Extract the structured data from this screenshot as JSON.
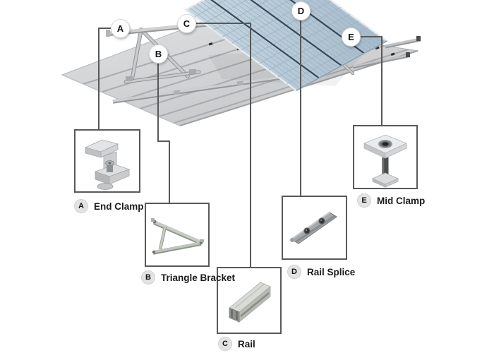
{
  "diagram": {
    "markers": [
      {
        "letter": "A"
      },
      {
        "letter": "B"
      },
      {
        "letter": "C"
      },
      {
        "letter": "D"
      },
      {
        "letter": "E"
      }
    ]
  },
  "legend": {
    "items": [
      {
        "letter": "A",
        "name": "End Clamp",
        "icon": "end-clamp-icon"
      },
      {
        "letter": "B",
        "name": "Triangle Bracket",
        "icon": "triangle-bracket-icon"
      },
      {
        "letter": "C",
        "name": "Rail",
        "icon": "rail-icon"
      },
      {
        "letter": "D",
        "name": "Rail Splice",
        "icon": "rail-splice-icon"
      },
      {
        "letter": "E",
        "name": "Mid Clamp",
        "icon": "mid-clamp-icon"
      }
    ]
  },
  "colors": {
    "background": "#ffffff",
    "leader_line": "#57585a",
    "box_border": "#58595b",
    "roof": "#d5d7d9",
    "panel": "#b7c9d6",
    "panel_divider": "#36485c",
    "metal": "#c7c9cb",
    "marker_bg": "#ffffff",
    "legend_circle_bg": "#e3e3e3",
    "text": "#1b1b1b"
  }
}
